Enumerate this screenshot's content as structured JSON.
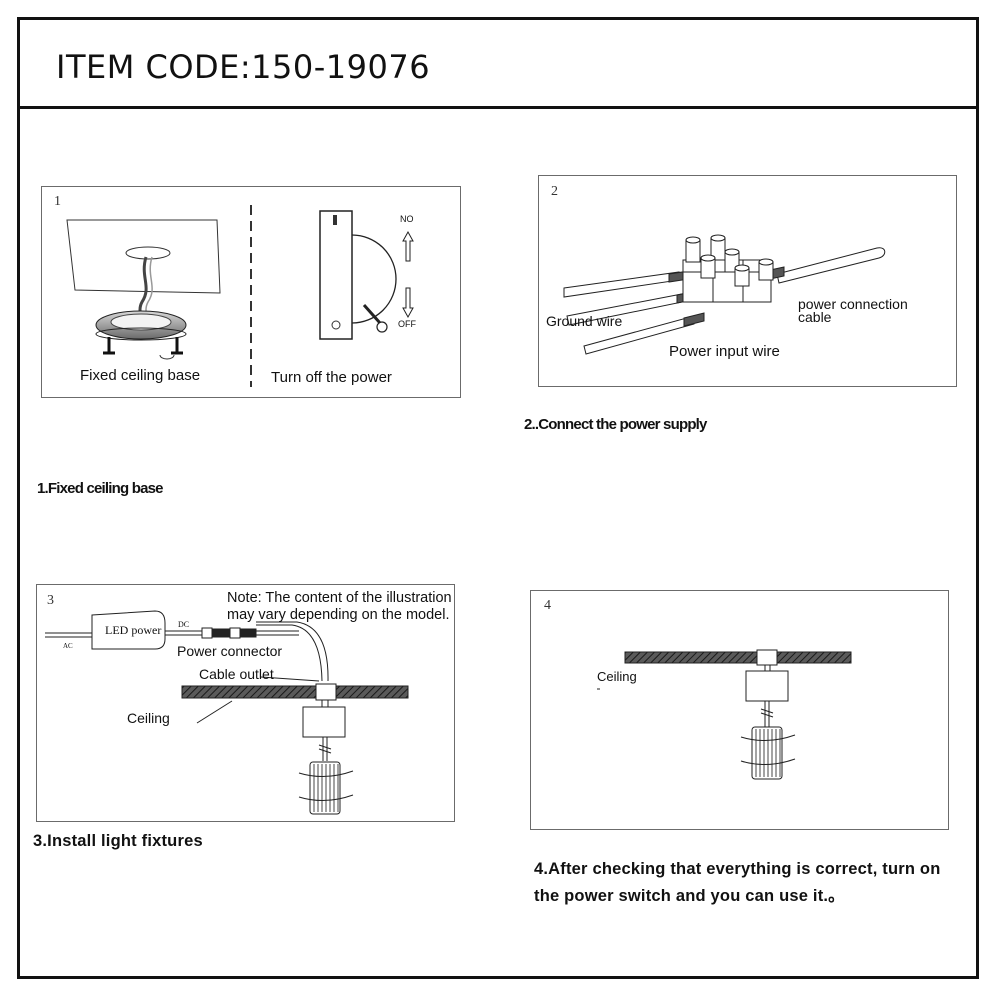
{
  "header": {
    "item_code": "ITEM CODE:150-19076"
  },
  "panel1": {
    "number": "1",
    "label_base": "Fixed ceiling base",
    "label_power": "Turn off the power",
    "switch_on": "NO",
    "switch_off": "OFF",
    "caption": "1.Fixed ceiling base"
  },
  "panel2": {
    "number": "2",
    "label_ground": "Ground wire",
    "label_connection_line1": "power connection",
    "label_connection_line2": "cable",
    "label_input": "Power input wire",
    "caption": "2..Connect the power supply"
  },
  "panel3": {
    "number": "3",
    "note_line1": "Note: The content of the illustration",
    "note_line2": "may vary depending on the model.",
    "led_power": "LED power",
    "dc": "DC",
    "ac": "AC",
    "power_connector": "Power connector",
    "cable_outlet": "Cable  outlet",
    "ceiling": "Ceiling",
    "caption": "3.Install light fixtures"
  },
  "panel4": {
    "number": "4",
    "ceiling": "Ceiling",
    "caption_line1": "4.After checking that everything is correct, turn on",
    "caption_line2": "the power switch and you can use it.。"
  },
  "colors": {
    "line": "#111111",
    "panel_border": "#6b6b6b",
    "hatch": "#333333"
  }
}
